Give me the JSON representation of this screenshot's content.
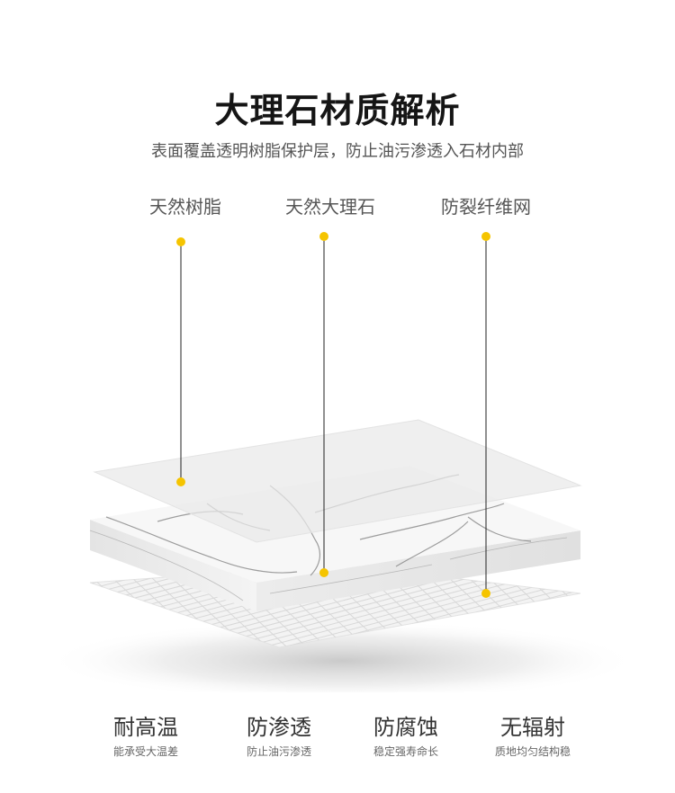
{
  "title": "大理石材质解析",
  "subtitle": "表面覆盖透明树脂保护层，防止油污渗透入石材内部",
  "layers": [
    {
      "label": "天然树脂"
    },
    {
      "label": "天然大理石"
    },
    {
      "label": "防裂纤维网"
    }
  ],
  "features": [
    {
      "title": "耐高温",
      "desc": "能承受大温差"
    },
    {
      "title": "防渗透",
      "desc": "防止油污渗透"
    },
    {
      "title": "防腐蚀",
      "desc": "稳定强寿命长"
    },
    {
      "title": "无辐射",
      "desc": "质地均匀结构稳"
    }
  ],
  "colors": {
    "accent_dot": "#f5c400",
    "text_dark": "#151515",
    "text_mid": "#555555"
  }
}
